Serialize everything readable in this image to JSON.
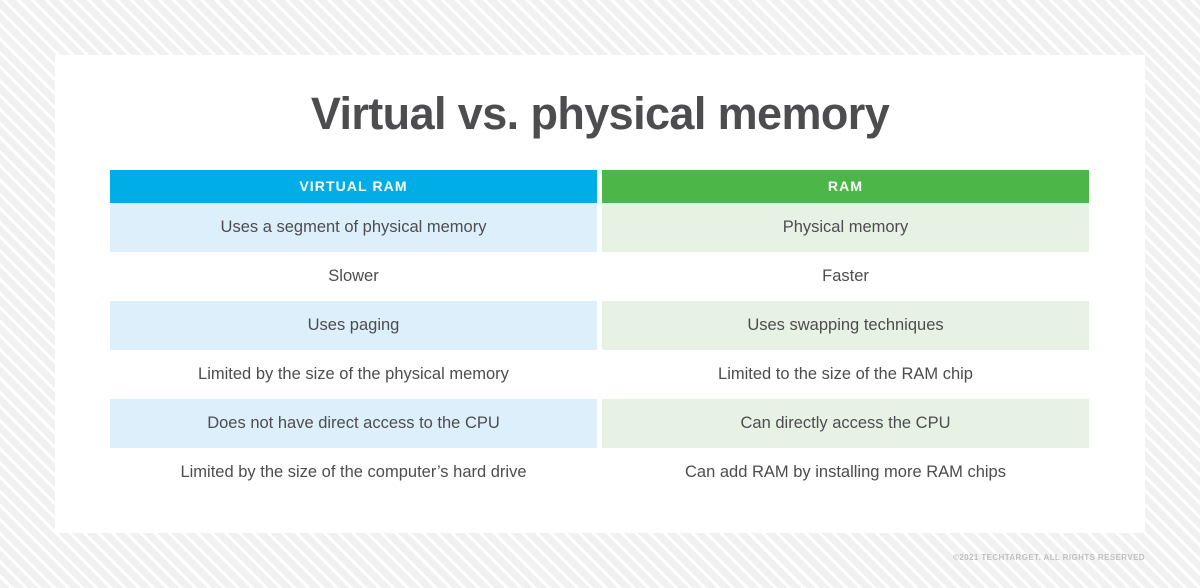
{
  "page": {
    "title": "Virtual vs. physical memory",
    "footer": "©2021 TECHTARGET. ALL RIGHTS RESERVED"
  },
  "colors": {
    "virtual_ram_header": "#00ade6",
    "ram_header": "#4cb748",
    "virtual_ram_tint": "#ddeffb",
    "ram_tint": "#e8f2e4",
    "text": "#4d4d4f",
    "backdrop_stripe": "#f1f1f2",
    "footer_text": "#bfbfc2"
  },
  "table": {
    "headers": {
      "left": "VIRTUAL RAM",
      "right": "RAM"
    },
    "rows": [
      {
        "left": "Uses a segment of physical memory",
        "right": "Physical memory",
        "shaded": true
      },
      {
        "left": "Slower",
        "right": "Faster",
        "shaded": false
      },
      {
        "left": "Uses paging",
        "right": "Uses swapping techniques",
        "shaded": true
      },
      {
        "left": "Limited by the size of the physical memory",
        "right": "Limited to the size of the RAM chip",
        "shaded": false
      },
      {
        "left": "Does not have direct access to the CPU",
        "right": "Can directly access the CPU",
        "shaded": true
      },
      {
        "left": "Limited by the size of the computer’s hard drive",
        "right": "Can add RAM by installing more RAM chips",
        "shaded": false
      }
    ]
  }
}
